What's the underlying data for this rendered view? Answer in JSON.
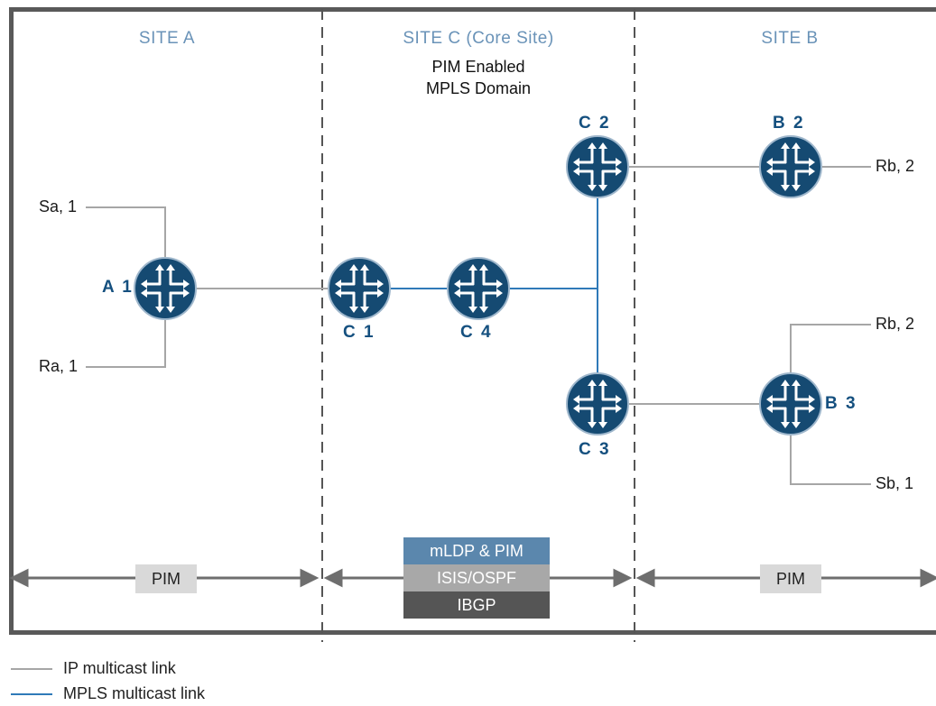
{
  "sites": {
    "site_a": "SITE A",
    "site_c": "SITE C (Core Site)",
    "site_b": "SITE B"
  },
  "domain": {
    "line1": "PIM Enabled",
    "line2": "MPLS Domain"
  },
  "routers": {
    "a1": "A 1",
    "c1": "C 1",
    "c4": "C 4",
    "c2": "C 2",
    "c3": "C 3",
    "b2": "B 2",
    "b3": "B 3"
  },
  "hosts": {
    "sa1": "Sa, 1",
    "ra1": "Ra, 1",
    "rb2_top": "Rb, 2",
    "rb2_mid": "Rb, 2",
    "sb1": "Sb, 1"
  },
  "protocols": {
    "site_a": "PIM",
    "core_top": "mLDP & PIM",
    "core_mid": "ISIS/OSPF",
    "core_bottom": "IBGP",
    "site_b": "PIM"
  },
  "legend": {
    "ip": "IP multicast link",
    "mpls": "MPLS multicast link"
  },
  "colors": {
    "router_fill": "#154a72",
    "ip_link": "#a6a6a6",
    "mpls_link": "#2f7ab8",
    "site_title": "#6a93b8",
    "proto_blue": "#5b87ad",
    "proto_gray": "#a8a8a8",
    "proto_dark": "#555555",
    "proto_light": "#d9d9d9"
  }
}
